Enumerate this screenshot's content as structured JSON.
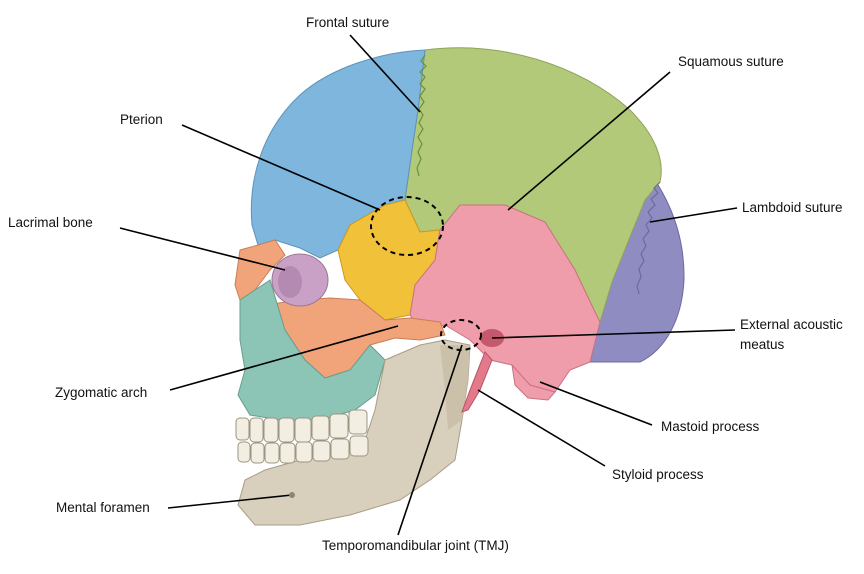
{
  "labels": {
    "frontal_suture": "Frontal suture",
    "squamous_suture": "Squamous suture",
    "pterion": "Pterion",
    "lambdoid_suture": "Lambdoid suture",
    "lacrimal_bone": "Lacrimal bone",
    "external_acoustic_meatus_line1": "External acoustic",
    "external_acoustic_meatus_line2": "meatus",
    "zygomatic_arch": "Zygomatic arch",
    "mastoid_process": "Mastoid process",
    "styloid_process": "Styloid process",
    "mental_foramen": "Mental foramen",
    "tmj": "Temporomandibular joint (TMJ)"
  },
  "colors": {
    "frontal": "#7fb6de",
    "parietal": "#b3c97a",
    "occipital": "#8f8cc2",
    "temporal": "#ef9cab",
    "sphenoid": "#f2c13a",
    "zygomatic": "#f1a47a",
    "maxilla": "#8cc5b5",
    "mandible": "#d9cfbd",
    "lacrimal": "#c9a1c6",
    "teeth": "#f2eee2",
    "leader": "#000000"
  }
}
